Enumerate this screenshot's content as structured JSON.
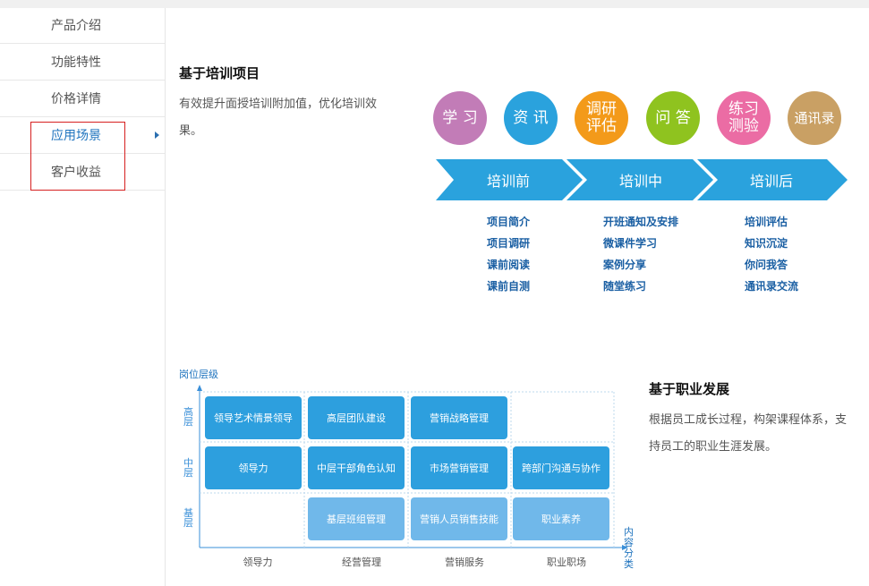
{
  "sidebar": {
    "items": [
      {
        "label": "产品介绍"
      },
      {
        "label": "功能特性"
      },
      {
        "label": "价格详情"
      },
      {
        "label": "应用场景",
        "active": true
      },
      {
        "label": "客户收益"
      }
    ]
  },
  "section1": {
    "title": "基于培训项目",
    "desc_line1": "有效提升面授培训附加值，优化培训效",
    "desc_line2": "果。",
    "circles": [
      {
        "line1": "学 习",
        "line2": "",
        "color": "#c27cb7"
      },
      {
        "line1": "资 讯",
        "line2": "",
        "color": "#2aa2dd"
      },
      {
        "line1": "调研",
        "line2": "评估",
        "color": "#f39a1a"
      },
      {
        "line1": "问 答",
        "line2": "",
        "color": "#8fc31f"
      },
      {
        "line1": "练习",
        "line2": "测验",
        "color": "#eb6ca4"
      },
      {
        "line1": "通讯录",
        "line2": "",
        "color": "#c9a064"
      }
    ],
    "stages": [
      {
        "label": "培训前",
        "items": [
          "项目简介",
          "项目调研",
          "课前阅读",
          "课前自测"
        ]
      },
      {
        "label": "培训中",
        "items": [
          "开班通知及安排",
          "微课件学习",
          "案例分享",
          "随堂练习"
        ]
      },
      {
        "label": "培训后",
        "items": [
          "培训评估",
          "知识沉淀",
          "你问我答",
          "通讯录交流"
        ]
      }
    ],
    "arrow_color": "#2aa2dd"
  },
  "section2": {
    "title": "基于职业发展",
    "desc_line1": "根据员工成长过程，构架课程体系，支",
    "desc_line2": "持员工的职业生涯发展。",
    "y_axis_title": "岗位层级",
    "x_axis_title": "内容分类",
    "tiers": [
      "高层",
      "中层",
      "基层"
    ],
    "columns": [
      "领导力",
      "经营管理",
      "营销服务",
      "职业职场"
    ],
    "cells": {
      "high": [
        "领导艺术情景领导",
        "高层团队建设",
        "营销战略管理",
        ""
      ],
      "mid": [
        "领导力",
        "中层干部角色认知",
        "市场营销管理",
        "跨部门沟通与协作"
      ],
      "base": [
        "",
        "基层班组管理",
        "营销人员销售技能",
        "职业素养"
      ]
    }
  }
}
